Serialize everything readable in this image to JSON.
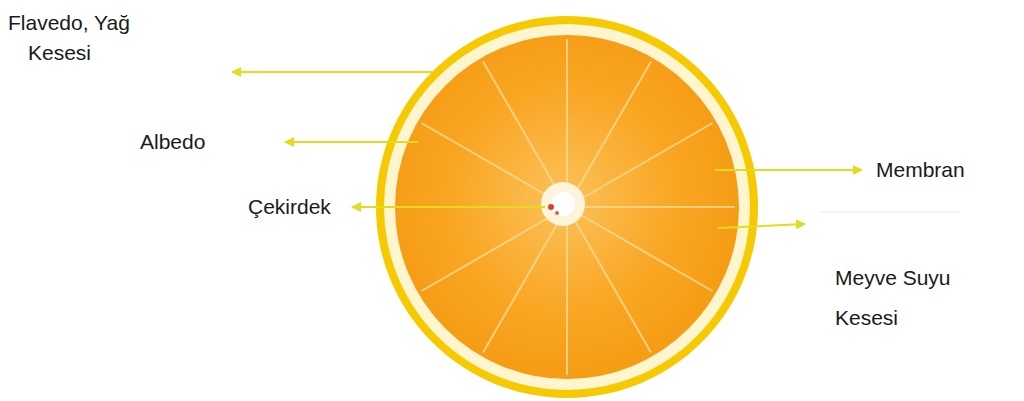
{
  "diagram": {
    "labels": [
      "Flavedo, Yağ Kesesi",
      "Albedo",
      "Çekirdek",
      "Membran",
      "Meyve Suyu Kesesi"
    ]
  }
}
